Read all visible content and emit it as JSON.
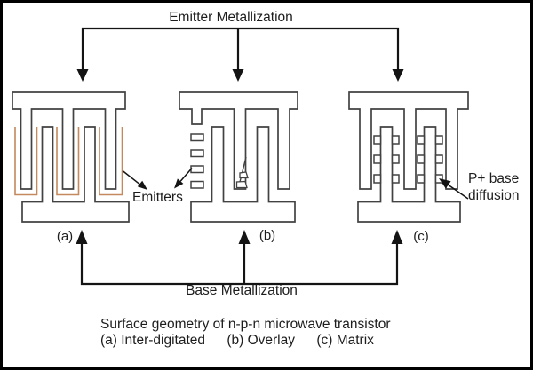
{
  "colors": {
    "outline": "#424242",
    "emitter_outline": "#c4895c",
    "arrow": "#141414",
    "text": "#1d1d1d",
    "background": "#ffffff",
    "border": "#000000"
  },
  "labels": {
    "emitter_metallization": "Emitter Metallization",
    "base_metallization": "Base Metallization",
    "emitters": "Emitters",
    "p_base_diffusion_line1": "P+ base",
    "p_base_diffusion_line2": "diffusion",
    "structure_a": "(a)",
    "structure_b": "(b)",
    "structure_c": "(c)"
  },
  "caption": {
    "line1": "Surface geometry of n-p-n microwave transistor",
    "items": [
      "(a) Inter-digitated",
      "(b) Overlay",
      "(c) Matrix"
    ]
  }
}
